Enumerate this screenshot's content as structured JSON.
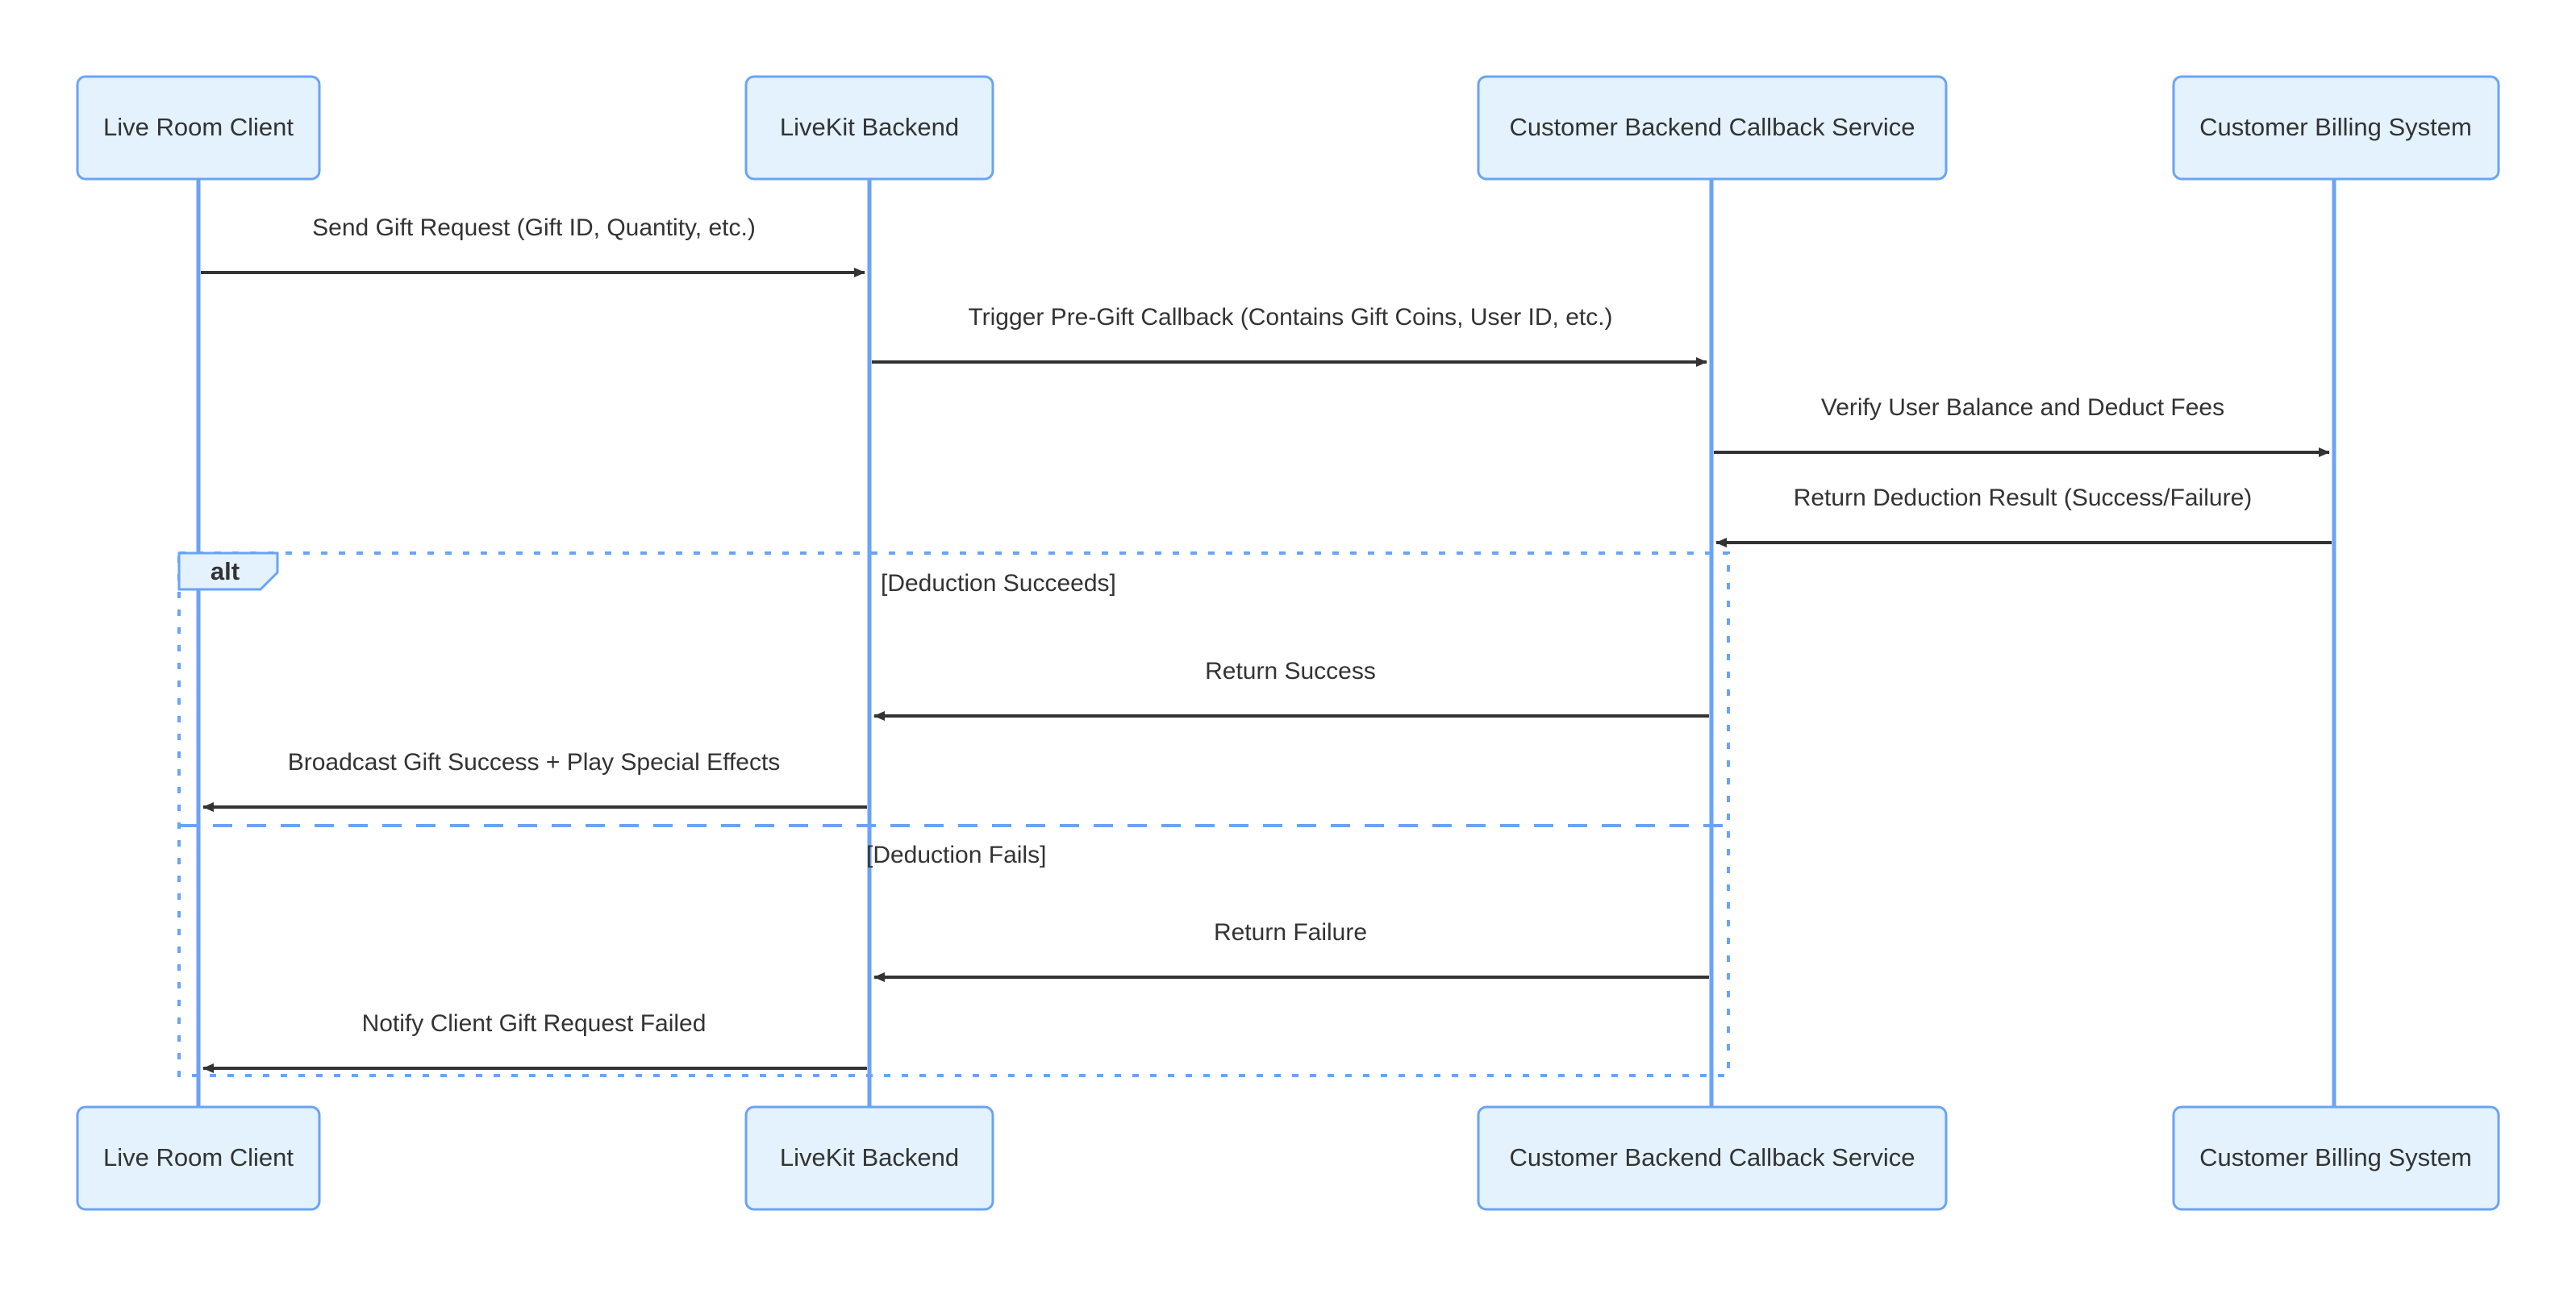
{
  "diagram": {
    "type": "sequence-diagram",
    "title": "",
    "colors": {
      "actor_fill": "#e3f2fd",
      "actor_stroke": "#6aa3f7",
      "lifeline": "#6aa3f7",
      "message_line": "#333333",
      "frame_stroke": "#6aa3f7",
      "text": "#333333",
      "background": "#ffffff"
    },
    "participants": [
      {
        "id": "client",
        "label": "Live Room Client"
      },
      {
        "id": "livekit",
        "label": "LiveKit Backend"
      },
      {
        "id": "callback",
        "label": "Customer Backend Callback Service"
      },
      {
        "id": "billing",
        "label": "Customer Billing System"
      }
    ],
    "messages": [
      {
        "id": "m1",
        "from": "client",
        "to": "livekit",
        "label": "Send Gift Request (Gift ID, Quantity, etc.)",
        "direction": "right"
      },
      {
        "id": "m2",
        "from": "livekit",
        "to": "callback",
        "label": "Trigger Pre-Gift Callback (Contains Gift Coins, User ID, etc.)",
        "direction": "right"
      },
      {
        "id": "m3",
        "from": "callback",
        "to": "billing",
        "label": "Verify User Balance and Deduct Fees",
        "direction": "right"
      },
      {
        "id": "m4",
        "from": "billing",
        "to": "callback",
        "label": "Return Deduction Result (Success/Failure)",
        "direction": "left"
      },
      {
        "id": "m5",
        "from": "callback",
        "to": "livekit",
        "label": "Return Success",
        "direction": "left"
      },
      {
        "id": "m6",
        "from": "livekit",
        "to": "client",
        "label": "Broadcast Gift Success + Play Special Effects",
        "direction": "left"
      },
      {
        "id": "m7",
        "from": "callback",
        "to": "livekit",
        "label": "Return Failure",
        "direction": "left"
      },
      {
        "id": "m8",
        "from": "livekit",
        "to": "client",
        "label": "Notify Client Gift Request Failed",
        "direction": "left"
      }
    ],
    "fragment": {
      "keyword": "alt",
      "branches": [
        {
          "condition": "[Deduction Succeeds]",
          "messages": [
            "m5",
            "m6"
          ]
        },
        {
          "condition": "[Deduction Fails]",
          "messages": [
            "m7",
            "m8"
          ]
        }
      ]
    }
  }
}
